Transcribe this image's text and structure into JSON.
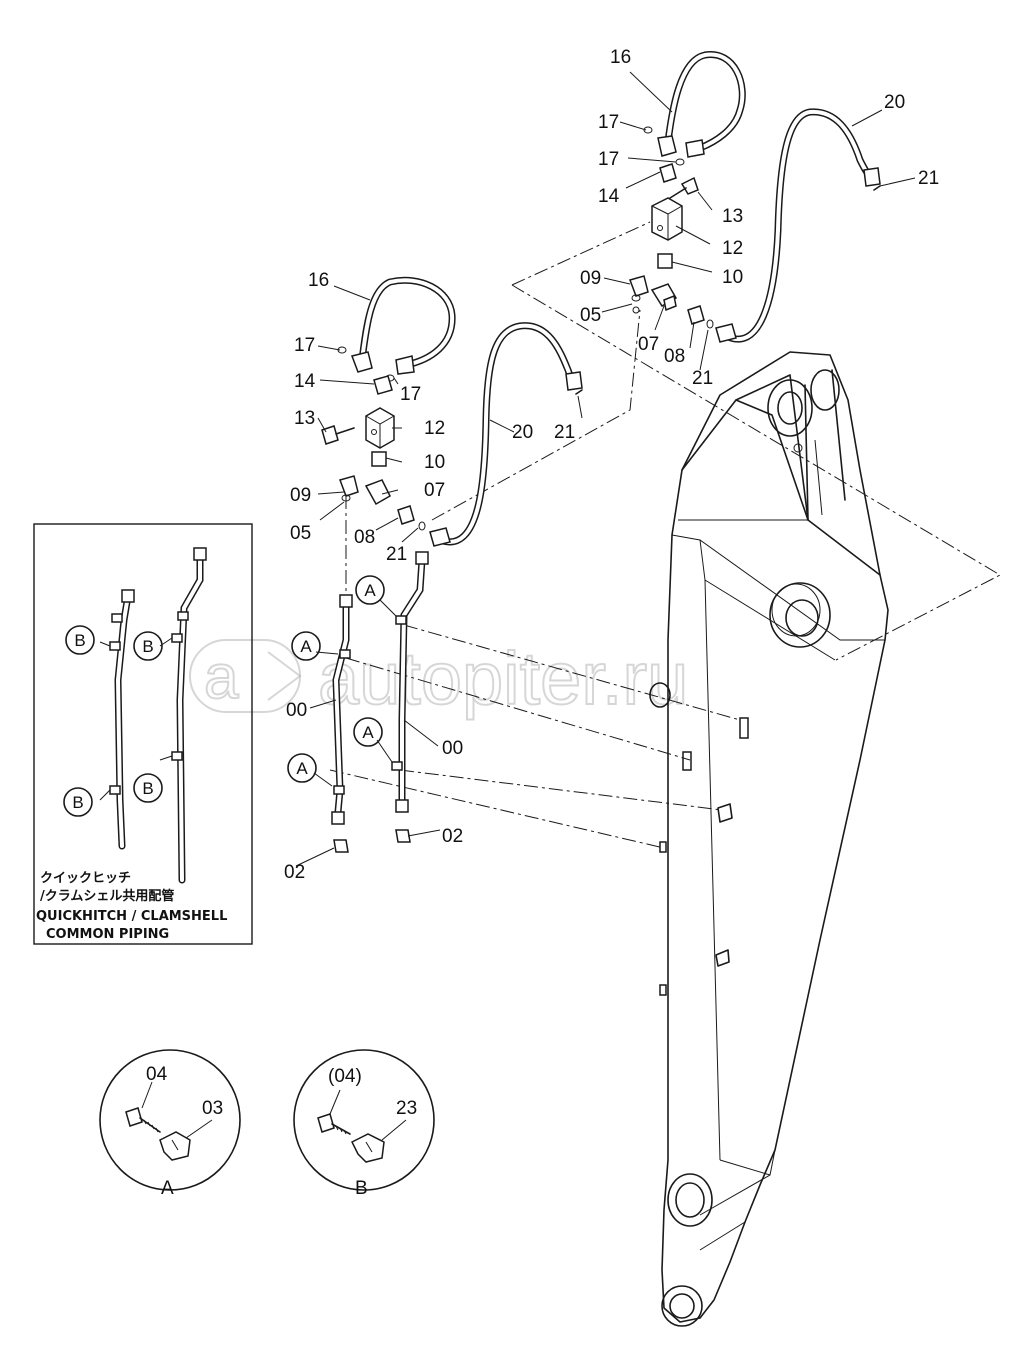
{
  "watermark": "autopiter.ru",
  "inset_note": {
    "line1": "クイックヒッチ",
    "line2": "/クラムシェル共用配管",
    "line3": "QUICKHITCH / CLAMSHELL",
    "line4": "COMMON PIPING"
  },
  "callouts": {
    "c16a": "16",
    "c17a": "17",
    "c17b": "17",
    "c14a": "14",
    "c13a": "13",
    "c12a": "12",
    "c10a": "10",
    "c09a": "09",
    "c05a": "05",
    "c07a": "07",
    "c08a": "08",
    "c21a": "21",
    "c20a": "20",
    "c21b": "21",
    "c16b": "16",
    "c17c": "17",
    "c14b": "14",
    "c17d": "17",
    "c13b": "13",
    "c12b": "12",
    "c10b": "10",
    "c09b": "09",
    "c05b": "05",
    "c07b": "07",
    "c08b": "08",
    "c21c": "21",
    "c20b": "20",
    "c21d": "21",
    "c00a": "00",
    "c00b": "00",
    "c02a": "02",
    "c02b": "02",
    "c04": "04",
    "c03": "03",
    "c04p": "(04)",
    "c23": "23"
  },
  "clamp_markers": {
    "A": "A",
    "B": "B"
  },
  "detail_labels": {
    "detail_a": "A",
    "detail_b": "B"
  }
}
